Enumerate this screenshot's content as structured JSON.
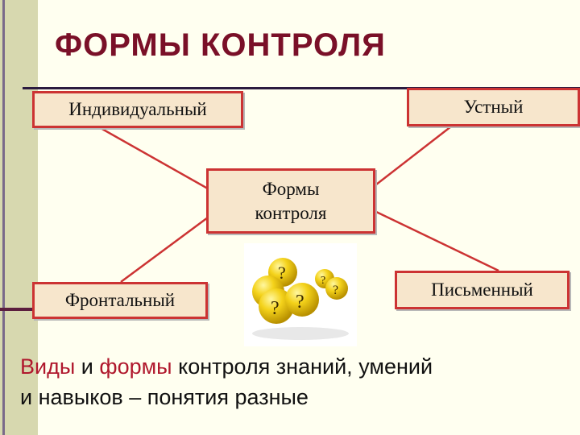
{
  "title": "ФОРМЫ КОНТРОЛЯ",
  "center_node": {
    "line1": "Формы",
    "line2": "контроля"
  },
  "nodes": {
    "top_left": "Индивидуальный",
    "top_right": "Устный",
    "bottom_left": "Фронтальный",
    "bottom_right": "Письменный"
  },
  "image": {
    "icon": "question-balls",
    "glyph": "?"
  },
  "bottom_text": {
    "part1": "Виды",
    "part2": " и ",
    "part3": "формы",
    "part4": " контроля знаний, умений",
    "line2": "и навыков – понятия разные"
  },
  "colors": {
    "title": "#7A1028",
    "box_border": "#CC3333",
    "box_fill": "#F7E6CC",
    "connector": "#CC3333",
    "highlight": "#B0182D",
    "sidebar": "#D7D8AF"
  }
}
